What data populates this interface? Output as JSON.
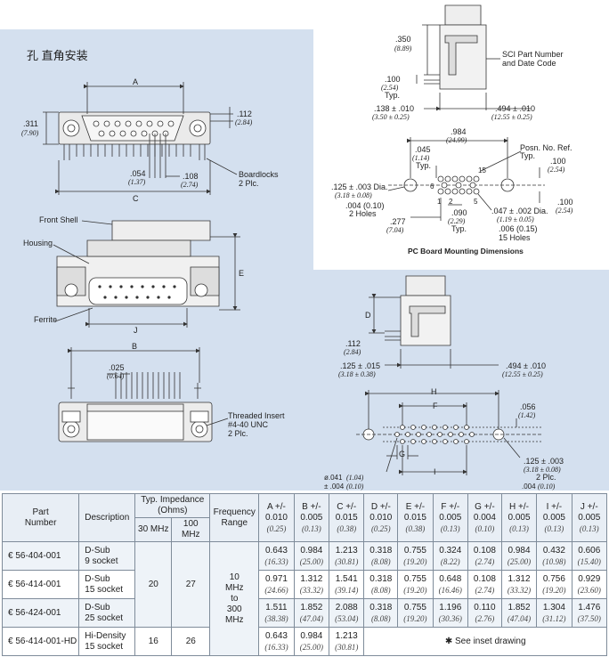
{
  "title_cn": "孔 直角安装",
  "labels": {
    "A": "A",
    "B": "B",
    "C": "C",
    "D": "D",
    "E": "E",
    "F": "F",
    "G": "G",
    "H": "H",
    "I": "I",
    "J": "J",
    "dim_311": ".311",
    "dim_311_mm": "(7.90)",
    "dim_112": ".112",
    "dim_112_mm": "(2.84)",
    "dim_054": ".054",
    "dim_054_mm": "(1.37)",
    "dim_108": ".108",
    "dim_108_mm": "(2.74)",
    "boardlocks": "Boardlocks",
    "boardlocks_plcs": "2 Plc.",
    "front_shell": "Front Shell",
    "housing": "Housing",
    "ferrite": "Ferrite",
    "dim_025": ".025",
    "dim_025_mm": "(0.64)",
    "threaded_insert": "Threaded Insert",
    "thread_spec": "#4-40 UNC",
    "thread_plcs": "2 Plc.",
    "dim_350": ".350",
    "dim_350_mm": "(8.89)",
    "dim_100a": ".100",
    "dim_100a_mm": "(2.54)",
    "typ": "Typ.",
    "sci_note_1": "SCI Part Number",
    "sci_note_2": "and Date Code",
    "dim_138": ".138 ± .010",
    "dim_138_mm": "(3.50 ± 0.25)",
    "dim_494": ".494 ± .010",
    "dim_494_mm": "(12.55 ± 0.25)",
    "dim_984": ".984",
    "dim_984_mm": "(24.99)",
    "dim_045": ".045",
    "dim_045_mm": "(1.14)",
    "posn_ref_1": "Posn. No. Ref.",
    "posn_ref_2": "Typ.",
    "pin_15": "15",
    "pin_6": "6",
    "pin_1": "1",
    "pin_2": "2",
    "pin_5": "5",
    "dim_100b": ".100",
    "dim_100b_mm": "(2.54)",
    "dim_100c": ".100",
    "dim_100c_mm": "(2.54)",
    "dim_125dia": ".125 ± .003 Dia.",
    "dim_125dia_mm": "(3.18 ± 0.08)",
    "dim_004": ".004 (0.10)",
    "two_holes": "2 Holes",
    "dim_277": ".277",
    "dim_277_mm": "(7.04)",
    "dim_090": ".090",
    "dim_090_mm": "(2.29)",
    "dim_047": ".047 ± .002 Dia.",
    "dim_047_mm": "(1.19 ± 0.05)",
    "dim_006": ".006 (0.15)",
    "fifteen_holes": "15 Holes",
    "pc_board_caption": "PC Board Mounting Dimensions",
    "dim_112b": ".112",
    "dim_112b_mm": "(2.84)",
    "dim_125_015": ".125 ± .015",
    "dim_125_015_mm": "(3.18 ± 0.38)",
    "dim_494b": ".494 ± .010",
    "dim_494b_mm": "(12.55 ± 0.25)",
    "dim_056": ".056",
    "dim_056_mm": "(1.42)",
    "dim_041": "ø.041",
    "dim_041_mm": "(1.04)",
    "dim_041_tol": "± .004",
    "dim_041_tol_mm": "(0.10)",
    "dim_125_003": ".125 ± .003",
    "dim_125_003_mm": "(3.18 ± 0.08)",
    "dim_125_003_plcs": "2 Plc.",
    "dim_004b": ".004",
    "dim_004b_mm": "(0.10)"
  },
  "table": {
    "headers": {
      "part": "Part\nNumber",
      "description": "Description",
      "impedance": "Typ. Impedance\n(Ohms)",
      "imp_30": "30 MHz",
      "imp_100": "100 MHz",
      "frequency": "Frequency\nRange"
    },
    "dim_cols": [
      {
        "name": "A +/-",
        "tol": "0.010",
        "tol_mm": "(0.25)"
      },
      {
        "name": "B +/-",
        "tol": "0.005",
        "tol_mm": "(0.13)"
      },
      {
        "name": "C +/-",
        "tol": "0.015",
        "tol_mm": "(0.38)"
      },
      {
        "name": "D +/-",
        "tol": "0.010",
        "tol_mm": "(0.25)"
      },
      {
        "name": "E +/-",
        "tol": "0.015",
        "tol_mm": "(0.38)"
      },
      {
        "name": "F +/-",
        "tol": "0.005",
        "tol_mm": "(0.13)"
      },
      {
        "name": "G +/-",
        "tol": "0.004",
        "tol_mm": "(0.10)"
      },
      {
        "name": "H +/-",
        "tol": "0.005",
        "tol_mm": "(0.13)"
      },
      {
        "name": "I +/-",
        "tol": "0.005",
        "tol_mm": "(0.13)"
      },
      {
        "name": "J +/-",
        "tol": "0.005",
        "tol_mm": "(0.13)"
      }
    ],
    "shared": {
      "imp_30": "20",
      "imp_100": "27",
      "freq": "10\nMHz\nto\n300\nMHz"
    },
    "rows": [
      {
        "part": "€ 56-404-001",
        "desc": "D-Sub\n9 socket",
        "dims": [
          [
            "0.643",
            "(16.33)"
          ],
          [
            "0.984",
            "(25.00)"
          ],
          [
            "1.213",
            "(30.81)"
          ],
          [
            "0.318",
            "(8.08)"
          ],
          [
            "0.755",
            "(19.20)"
          ],
          [
            "0.324",
            "(8.22)"
          ],
          [
            "0.108",
            "(2.74)"
          ],
          [
            "0.984",
            "(25.00)"
          ],
          [
            "0.432",
            "(10.98)"
          ],
          [
            "0.606",
            "(15.40)"
          ]
        ]
      },
      {
        "part": "€ 56-414-001",
        "desc": "D-Sub\n15 socket",
        "dims": [
          [
            "0.971",
            "(24.66)"
          ],
          [
            "1.312",
            "(33.32)"
          ],
          [
            "1.541",
            "(39.14)"
          ],
          [
            "0.318",
            "(8.08)"
          ],
          [
            "0.755",
            "(19.20)"
          ],
          [
            "0.648",
            "(16.46)"
          ],
          [
            "0.108",
            "(2.74)"
          ],
          [
            "1.312",
            "(33.32)"
          ],
          [
            "0.756",
            "(19.20)"
          ],
          [
            "0.929",
            "(23.60)"
          ]
        ]
      },
      {
        "part": "€ 56-424-001",
        "desc": "D-Sub\n25 socket",
        "dims": [
          [
            "1.511",
            "(38.38)"
          ],
          [
            "1.852",
            "(47.04)"
          ],
          [
            "2.088",
            "(53.04)"
          ],
          [
            "0.318",
            "(8.08)"
          ],
          [
            "0.755",
            "(19.20)"
          ],
          [
            "1.196",
            "(30.36)"
          ],
          [
            "0.110",
            "(2.76)"
          ],
          [
            "1.852",
            "(47.04)"
          ],
          [
            "1.304",
            "(31.12)"
          ],
          [
            "1.476",
            "(37.50)"
          ]
        ]
      }
    ],
    "hd_row": {
      "part": "€ 56-414-001-HD",
      "desc": "Hi-Density\n15 socket",
      "imp_30": "16",
      "imp_100": "26",
      "dims": [
        [
          "0.643",
          "(16.33)"
        ],
        [
          "0.984",
          "(25.00)"
        ],
        [
          "1.213",
          "(30.81)"
        ]
      ],
      "note": "✱ See inset drawing"
    }
  }
}
